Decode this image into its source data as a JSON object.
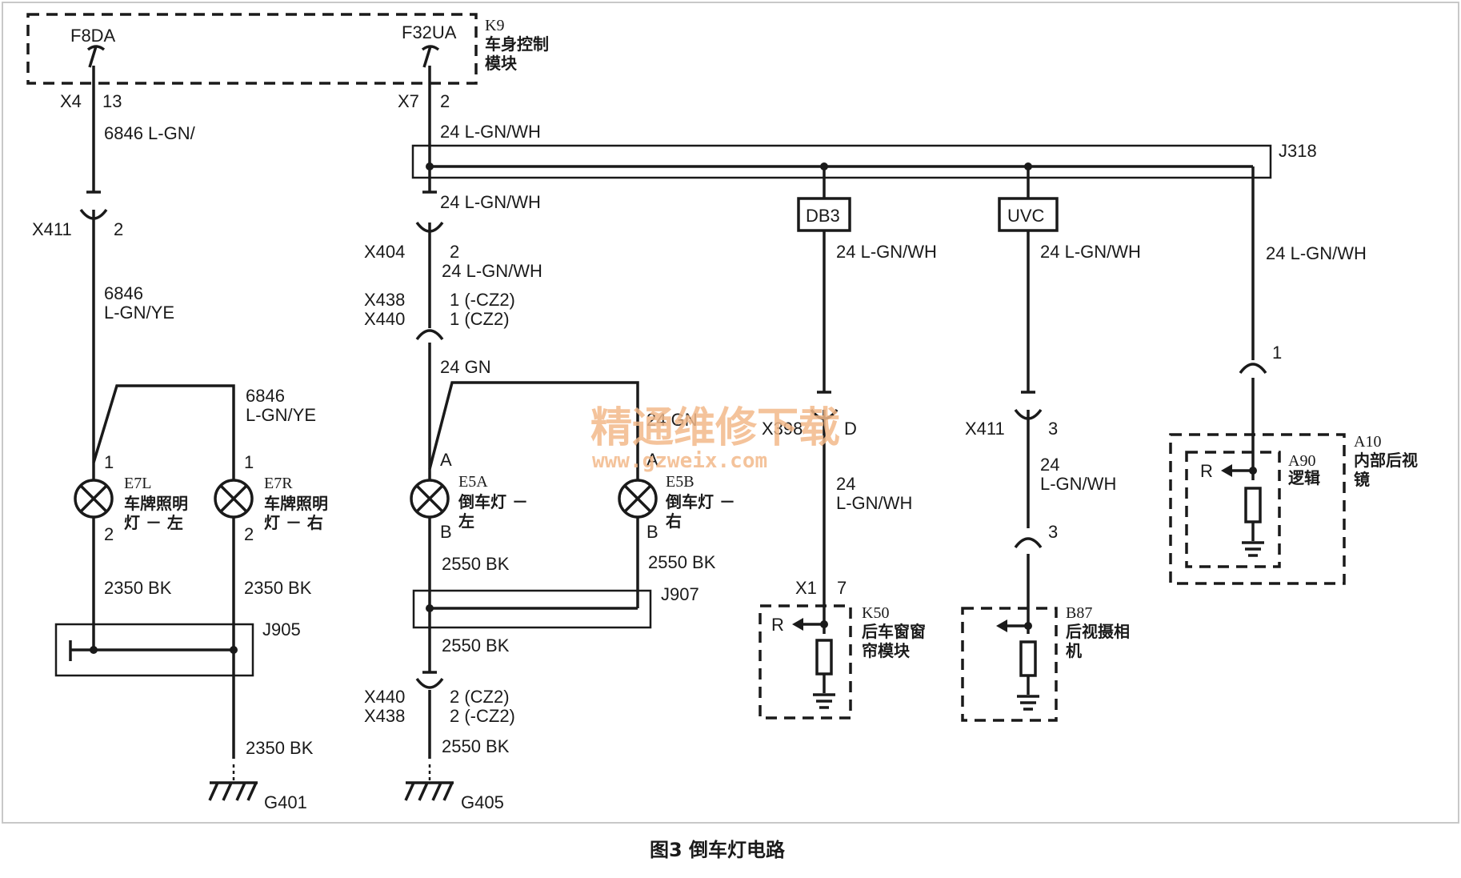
{
  "caption": "图3 倒车灯电路",
  "watermark": {
    "line1": "精通维修下载",
    "line2": "www.gzweix.com"
  },
  "k9": {
    "id": "K9",
    "name_l1": "车身控制",
    "name_l2": "模块",
    "fuse_a": "F8DA",
    "fuse_b": "F32UA"
  },
  "left": {
    "conn_a": "X4",
    "pin_a": "13",
    "wire_a": "6846 L-GN/",
    "conn_b": "X411",
    "pin_b": "2",
    "wire_b1": "6846",
    "wire_b2": "L-GN/YE",
    "wire_c1": "6846",
    "wire_c2": "L-GN/YE",
    "lamp_l": {
      "id": "E7L",
      "name_l1": "车牌照明",
      "name_l2": "灯 － 左",
      "pin1": "1",
      "pin2": "2"
    },
    "lamp_r": {
      "id": "E7R",
      "name_l1": "车牌照明",
      "name_l2": "灯 － 右",
      "pin1": "1",
      "pin2": "2"
    },
    "wire_gl": "2350 BK",
    "wire_gr": "2350 BK",
    "splice": "J905",
    "wire_g": "2350  BK",
    "ground": "G401"
  },
  "middle": {
    "conn_a": "X7",
    "pin_a": "2",
    "wire_a": "24 L-GN/WH",
    "wire_b": "24 L-GN/WH",
    "conn_b": "X404",
    "pin_b": "2",
    "wire_c": "24  L-GN/WH",
    "conn_c1": "X438",
    "conn_c2": "X440",
    "pin_c1": "1 (-CZ2)",
    "pin_c2": "1 (CZ2)",
    "wire_d": "24 GN",
    "wire_e": "24 GN",
    "lamp_l": {
      "id": "E5A",
      "name_l1": "倒车灯 －",
      "name_l2": "左",
      "pin1": "A",
      "pin2": "B"
    },
    "lamp_r": {
      "id": "E5B",
      "name_l1": "倒车灯 －",
      "name_l2": "右",
      "pin1": "A",
      "pin2": "B"
    },
    "wire_gl": "2550 BK",
    "wire_gr": "2550 BK",
    "splice": "J907",
    "wire_f": "2550 BK",
    "conn_d1": "X440",
    "conn_d2": "X438",
    "pin_d1": "2 (CZ2)",
    "pin_d2": "2 (-CZ2)",
    "wire_g": "2550 BK",
    "ground": "G405"
  },
  "right": {
    "splice": "J318",
    "db3": {
      "label": "DB3",
      "wire_a": "24  L-GN/WH",
      "conn": "X398",
      "pin": "D",
      "wire_b1": "24",
      "wire_b2": "L-GN/WH",
      "conn2": "X1",
      "pin2": "7"
    },
    "uvc": {
      "label": "UVC",
      "wire_a": "24  L-GN/WH",
      "conn": "X411",
      "pin": "3",
      "wire_b1": "24",
      "wire_b2": "L-GN/WH",
      "pin2": "3"
    },
    "a10": {
      "wire": "24 L-GN/WH",
      "pin": "1",
      "id": "A10",
      "name_l1": "内部后视",
      "name_l2": "镜",
      "sub_id": "A90",
      "sub_name": "逻辑",
      "r": "R"
    },
    "k50": {
      "id": "K50",
      "name_l1": "后车窗窗",
      "name_l2": "帘模块",
      "r": "R"
    },
    "b87": {
      "id": "B87",
      "name_l1": "后视摄相",
      "name_l2": "机"
    }
  }
}
